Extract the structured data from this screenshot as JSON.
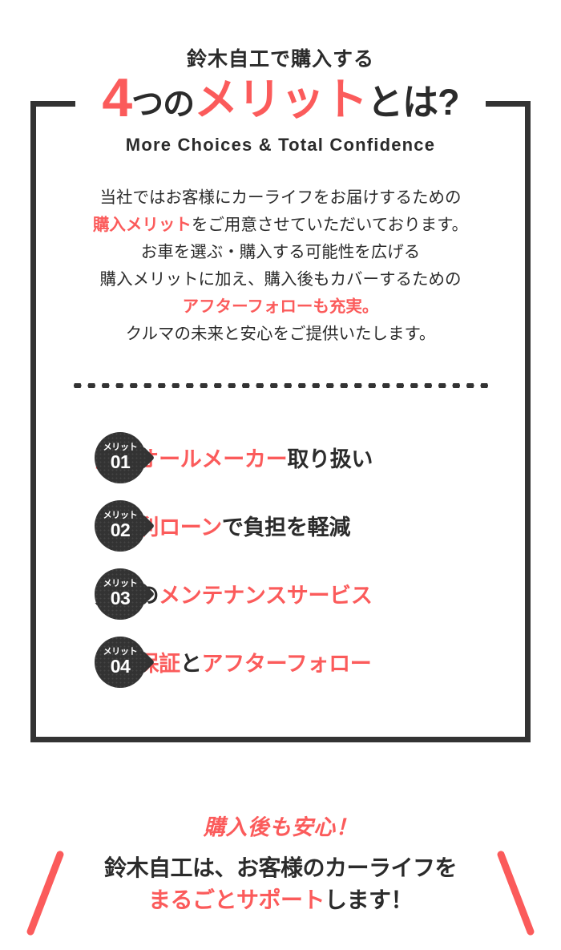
{
  "header": {
    "eyebrow": "鈴木自工で購入する",
    "title_number": "4",
    "title_small_dark": "つの",
    "title_katakana": "メリット",
    "title_tail": "とは?",
    "subtitle": "More Choices & Total Confidence"
  },
  "lede": {
    "line1_a": "当社ではお客様にカーライフをお届けするための",
    "line2_hl": "購入メリット",
    "line2_b": "をご用意させていただいております。",
    "line3": "お車を選ぶ・購入する可能性を広げる",
    "line4": "購入メリットに加え、購入後もカバーするための",
    "line5_hl": "アフターフォローも充実。",
    "line6": "クルマの未来と安心をご提供いたします。"
  },
  "merits": {
    "badge_word": "メリット",
    "items": [
      {
        "number": "01",
        "segments": [
          {
            "text": "国産オールメーカー",
            "color": "red"
          },
          {
            "text": "取り扱い",
            "color": "dark"
          }
        ]
      },
      {
        "number": "02",
        "segments": [
          {
            "text": "低金利ローン",
            "color": "red"
          },
          {
            "text": "で負担を軽減",
            "color": "dark"
          }
        ]
      },
      {
        "number": "03",
        "segments": [
          {
            "text": "充実の",
            "color": "dark"
          },
          {
            "text": "メンテナンスサービス",
            "color": "red"
          }
        ]
      },
      {
        "number": "04",
        "segments": [
          {
            "text": "自社保証",
            "color": "red"
          },
          {
            "text": "と",
            "color": "dark"
          },
          {
            "text": "アフターフォロー",
            "color": "red"
          }
        ]
      }
    ]
  },
  "bottom": {
    "line1": "購入後も安心！",
    "line2_a": "鈴木自工は、お客様のカーライフを",
    "line2_hl": "まるごとサポート",
    "line2_b": "します！"
  },
  "colors": {
    "accent": "#fb5b5b",
    "dark": "#2b2b2b",
    "frame": "#333333",
    "background": "#ffffff"
  }
}
